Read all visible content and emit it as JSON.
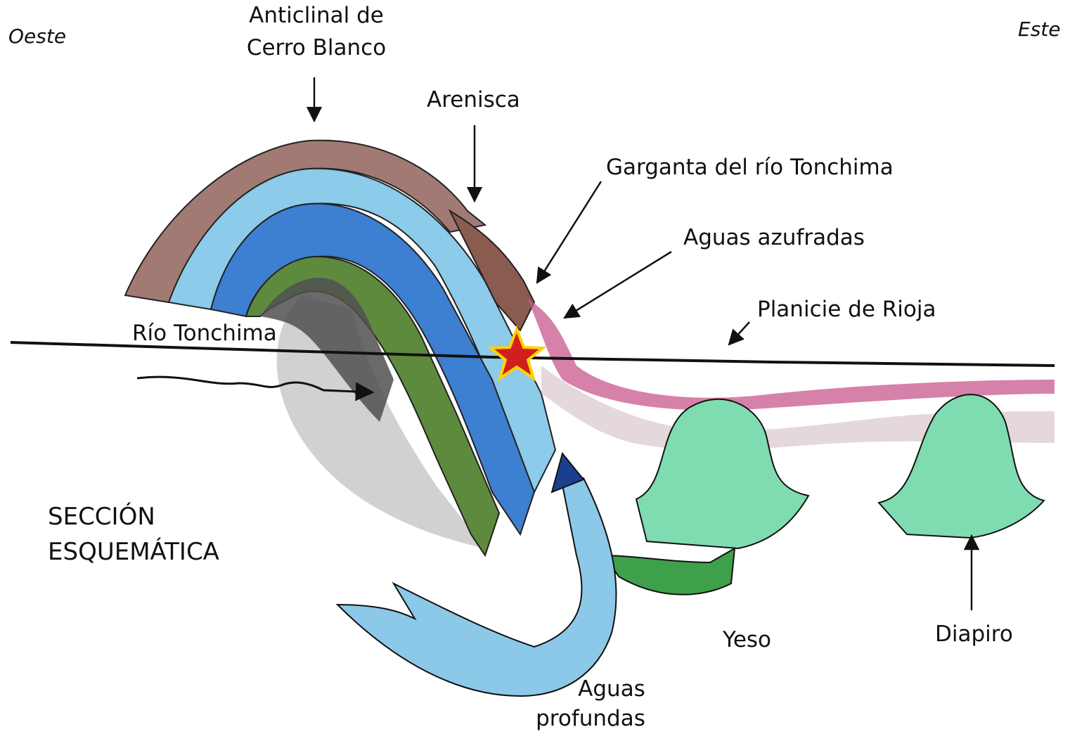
{
  "labels": {
    "west": "Oeste",
    "east": "Este",
    "anticline_line1": "Anticlinal de",
    "anticline_line2": "Cerro Blanco",
    "sandstone": "Arenisca",
    "gorge": "Garganta del río Tonchima",
    "sulfur_waters": "Aguas azufradas",
    "plain": "Planicie de Rioja",
    "river": "Río Tonchima",
    "section_line1": "SECCIÓN",
    "section_line2": "ESQUEMÁTICA",
    "gypsum": "Yeso",
    "diapir": "Diapiro",
    "deep_waters_line1": "Aguas",
    "deep_waters_line2": "profundas"
  },
  "colors": {
    "outer_brown": "#a07a73",
    "light_blue": "#8ccbe9",
    "mid_blue": "#3d7fd0",
    "green": "#5e8a3e",
    "dark_core": "#505050",
    "sandstone_brown": "#8a5c50",
    "pink": "#c8578e",
    "gypsum_green": "#7fdcb0",
    "marker_red": "#d11f1f",
    "marker_yellow": "#ffd200"
  }
}
